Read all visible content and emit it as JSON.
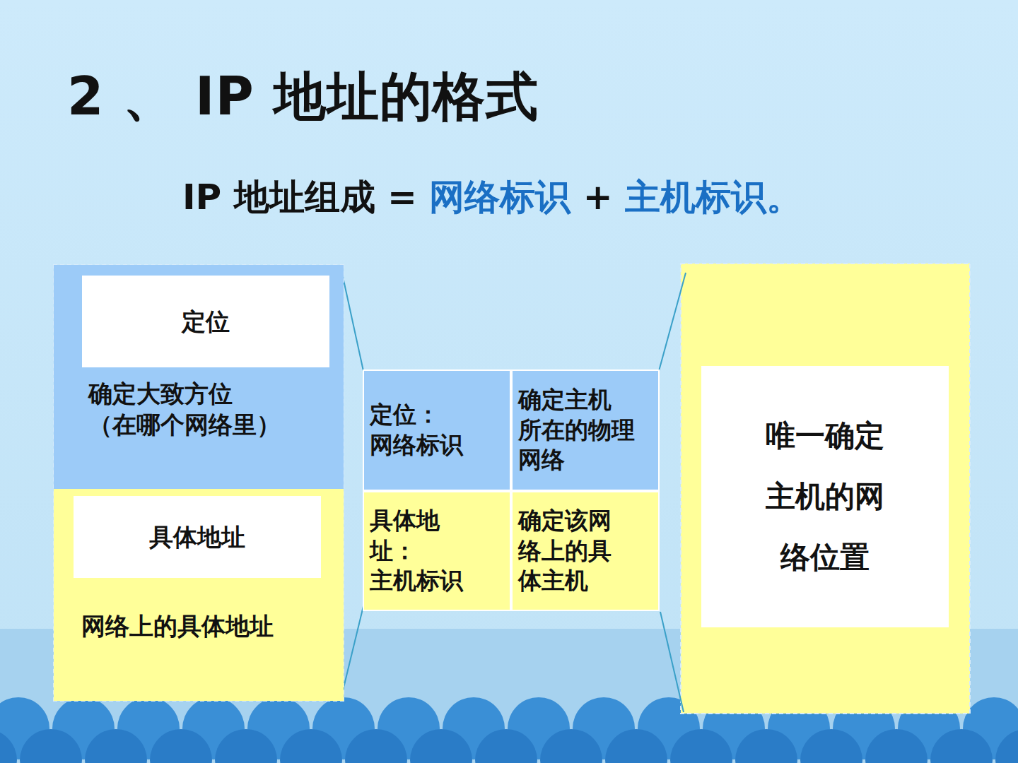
{
  "diagram": {
    "title": "2 、 IP 地址的格式",
    "nodes": [
      {
        "text": [
          "确定大致方位 （在哪个网络里）"
        ]
      },
      {
        "text": [
          "定位"
        ],
        "in": 0
      },
      {
        "text": [
          "网络上的具体地址"
        ]
      },
      {
        "text": [
          "具体地址"
        ],
        "in": 2
      },
      {
        "text": [
          "定位： 网络标识"
        ]
      },
      {
        "text": [
          "确定主机 所在的物理 网络"
        ]
      },
      {
        "text": [
          "具体地 址： 主机标识"
        ]
      },
      {
        "text": [
          "确定该网 络上的具 体主机"
        ]
      },
      {
        "text": [
          "唯一确定 主机的网 络位置"
        ]
      }
    ],
    "labels": [
      "IP 地址组成 =",
      "网络标识",
      "+",
      "主机标识。"
    ]
  }
}
